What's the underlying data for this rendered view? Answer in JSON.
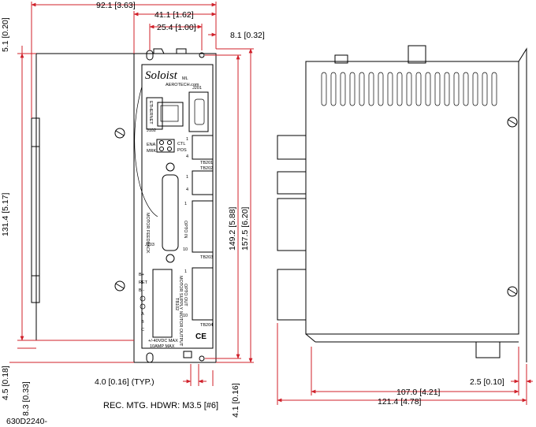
{
  "dimensions": {
    "overall_width": "92.1 [3.63]",
    "flange_width": "41.1 [1.62]",
    "hole_spacing": "25.4 [1.00]",
    "flange_edge": "8.1 [0.32]",
    "top_offset": "5.1 [0.20]",
    "side_height": "131.4 [5.17]",
    "hole_height": "149.2 [5.88]",
    "total_height": "157.5 [6.20]",
    "bottom_offset": "4.5 [0.18]",
    "bottom_hole": "8.3 [0.33]",
    "slot_width": "4.0 [0.16] (TYP.)",
    "slot_height": "4.1 [0.16]",
    "depth": "107.0 [4.21]",
    "total_depth": "121.4 [4.78]",
    "rail_offset": "2.5 [0.10]"
  },
  "notes": {
    "hardware": "REC. MTG. HDWR: M3.5 [#6]",
    "drawing_number": "630D2240-"
  },
  "panel_labels": {
    "brand": "Soloist",
    "model": "ML",
    "maker": "AEROTECH.com",
    "ethernet": "ETHERNET",
    "j102": "J102",
    "j201": "J201",
    "ena": "ENA",
    "mrk": "MRK",
    "ctl": "CTL",
    "pos": "POS",
    "tb201": "TB201",
    "tb202": "TB202",
    "tb203": "TB203",
    "tb204": "TB204",
    "motor_feedback": "MOTOR FEEDBACK",
    "j103": "J103",
    "opto_in": "OPTO IN",
    "opto_out": "OPTO OUT",
    "motor_supply": "MOTOR SUPPLY",
    "tb102": "TB102",
    "motor_output": "MOTOR OUTPUT",
    "term_bp": "B+",
    "term_ret": "RET",
    "term_bm": "B -",
    "term_a": "A",
    "term_b": "B",
    "term_c": "C",
    "rating_1": "+/-40VDC MAX",
    "rating_2": "10AMP MAX",
    "ce": "CE",
    "pin1": "1",
    "pin4": "4",
    "pin10": "10"
  }
}
